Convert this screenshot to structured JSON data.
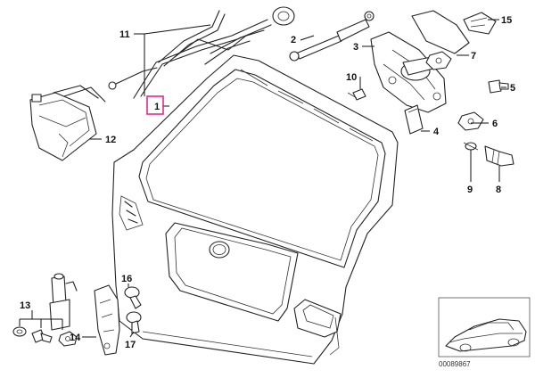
{
  "callouts": {
    "c1": "1",
    "c2": "2",
    "c3": "3",
    "c4": "4",
    "c5": "5",
    "c6": "6",
    "c7": "7",
    "c8": "8",
    "c9": "9",
    "c10": "10",
    "c11": "11",
    "c12": "12",
    "c13": "13",
    "c14": "14",
    "c15": "15",
    "c16": "16",
    "c17": "17"
  },
  "selected_callout": "1",
  "highlight_color": "#e0298a",
  "thumbnail": {
    "code": "00089867"
  }
}
